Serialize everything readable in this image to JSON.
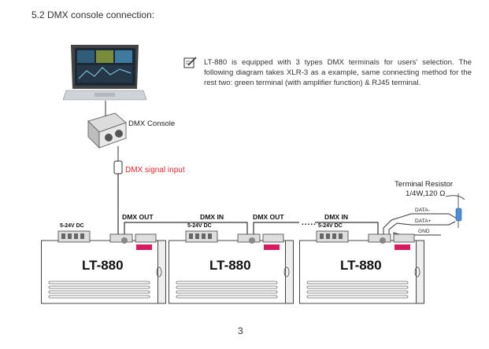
{
  "section_title": "5.2 DMX console connection:",
  "note": {
    "icon": "note-pencil-icon",
    "text": "LT-880 is equipped with 3 types DMX terminals for users' selection. The following diagram takes XLR-3 as a example, same connecting method for the rest two: green terminal (with amplifier function) & RJ45 terminal."
  },
  "console": {
    "label": "DMX Console"
  },
  "signal_input": {
    "label": "DMX signal input",
    "color": "#e3262b"
  },
  "terminal_resistor": {
    "title": "Terminal Resistor",
    "spec": "1/4W,120 Ω",
    "pins": [
      "DATA-",
      "DATA+",
      "GND"
    ]
  },
  "devices": [
    {
      "model": "LT-880",
      "power_label": "5-24V DC"
    },
    {
      "model": "LT-880",
      "power_label": "5-24V DC"
    },
    {
      "model": "LT-880",
      "power_label": "5-24V DC"
    }
  ],
  "port_labels": {
    "dmx_out_1": "DMX OUT",
    "dmx_in_1": "DMX IN",
    "dmx_out_2": "DMX OUT",
    "dmx_in_2": "DMX IN"
  },
  "page_number": "3"
}
